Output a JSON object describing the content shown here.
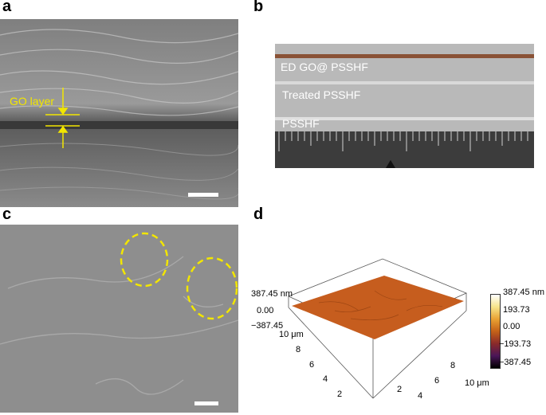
{
  "panels": {
    "a": {
      "letter": "a",
      "label": "GO layer",
      "colors": {
        "annotation": "#f2e600",
        "scale_bar": "#ffffff"
      }
    },
    "b": {
      "letter": "b",
      "fiber_labels": [
        "ED GO@ PSSHF",
        "Treated PSSHF",
        "PSSHF"
      ]
    },
    "c": {
      "letter": "c",
      "colors": {
        "circles": "#f2e600",
        "scale_bar": "#ffffff"
      }
    },
    "d": {
      "letter": "d",
      "z_axis": {
        "top": "387.45 nm",
        "mid": "0.00",
        "bottom": "−387.45"
      },
      "y_axis": {
        "end": "10 μm",
        "ticks": [
          "8",
          "6",
          "4",
          "2"
        ]
      },
      "x_axis": {
        "end": "10 μm",
        "ticks": [
          "8",
          "6",
          "4",
          "2"
        ]
      },
      "colorbar": {
        "labels": [
          "387.45 nm",
          "193.73",
          "0.00",
          "−193.73",
          "−387.45"
        ],
        "gradient": [
          "#ffffff",
          "#f6e48a",
          "#e9a133",
          "#c46218",
          "#8a2a2a",
          "#4b1658",
          "#000000"
        ]
      },
      "surface_color": "#c65d1e"
    }
  }
}
